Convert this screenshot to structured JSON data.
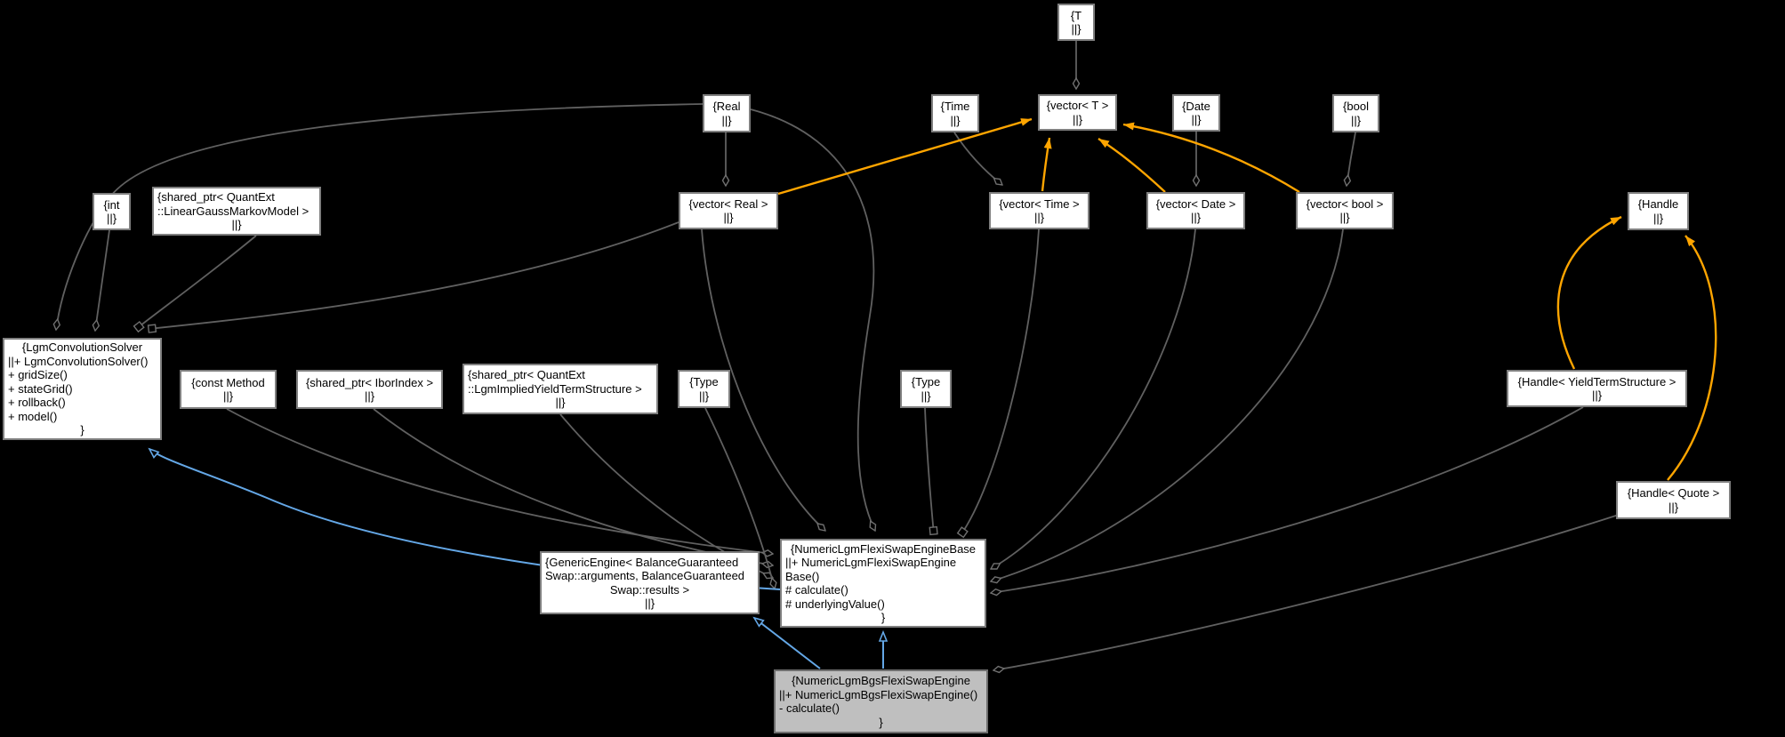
{
  "diagram": {
    "title": "NumericLgmBgsFlexiSwapEngine collaboration graph",
    "colors": {
      "background": "#000000",
      "node_fill": "#ffffff",
      "node_border": "#7f7f7f",
      "focus_node_fill": "#bfbfbf",
      "edge_gray": "#606060",
      "edge_template_orange": "#ffa500",
      "edge_inherit_blue": "#64a7e6",
      "text": "#000000"
    },
    "nodes": {
      "t": {
        "lines": [
          "{T",
          "||}"
        ]
      },
      "real": {
        "lines": [
          "{Real",
          "||}"
        ]
      },
      "time": {
        "lines": [
          "{Time",
          "||}"
        ]
      },
      "vector_t": {
        "lines": [
          "{vector< T >",
          "||}"
        ]
      },
      "date": {
        "lines": [
          "{Date",
          "||}"
        ]
      },
      "bool": {
        "lines": [
          "{bool",
          "||}"
        ]
      },
      "int": {
        "lines": [
          "{int",
          "||}"
        ]
      },
      "sptr_lgmm": {
        "lines": [
          "{shared_ptr< QuantExt",
          "::LinearGaussMarkovModel >",
          "||}"
        ]
      },
      "vector_real": {
        "lines": [
          "{vector< Real >",
          "||}"
        ]
      },
      "vector_time": {
        "lines": [
          "{vector< Time >",
          "||}"
        ]
      },
      "vector_date": {
        "lines": [
          "{vector< Date >",
          "||}"
        ]
      },
      "vector_bool": {
        "lines": [
          "{vector< bool >",
          "||}"
        ]
      },
      "handle": {
        "lines": [
          "{Handle",
          "||}"
        ]
      },
      "lcs": {
        "lines": [
          "{LgmConvolutionSolver",
          "||+ LgmConvolutionSolver()",
          "+ gridSize()",
          "+ stateGrid()",
          "+ rollback()",
          "+ model()",
          "}"
        ]
      },
      "const_method": {
        "lines": [
          "{const Method",
          "||}"
        ]
      },
      "sptr_ibor": {
        "lines": [
          "{shared_ptr< IborIndex >",
          "||}"
        ]
      },
      "sptr_lgmiyts": {
        "lines": [
          "{shared_ptr< QuantExt",
          "::LgmImpliedYieldTermStructure >",
          "||}"
        ]
      },
      "type_l": {
        "lines": [
          "{Type",
          "||}"
        ]
      },
      "type_r": {
        "lines": [
          "{Type",
          "||}"
        ]
      },
      "handle_yts": {
        "lines": [
          "{Handle< YieldTermStructure >",
          "||}"
        ]
      },
      "handle_quote": {
        "lines": [
          "{Handle< Quote >",
          "||}"
        ]
      },
      "engine_base": {
        "lines": [
          "{NumericLgmFlexiSwapEngineBase",
          "||+ NumericLgmFlexiSwapEngine",
          "Base()",
          "# calculate()",
          "# underlyingValue()",
          "}"
        ]
      },
      "generic_engine": {
        "lines": [
          "{GenericEngine< BalanceGuaranteed",
          "Swap::arguments, BalanceGuaranteed",
          "Swap::results >",
          "||}"
        ]
      },
      "bgs": {
        "lines": [
          "{NumericLgmBgsFlexiSwapEngine",
          "||+ NumericLgmBgsFlexiSwapEngine()",
          "- calculate()",
          "}"
        ]
      }
    }
  }
}
